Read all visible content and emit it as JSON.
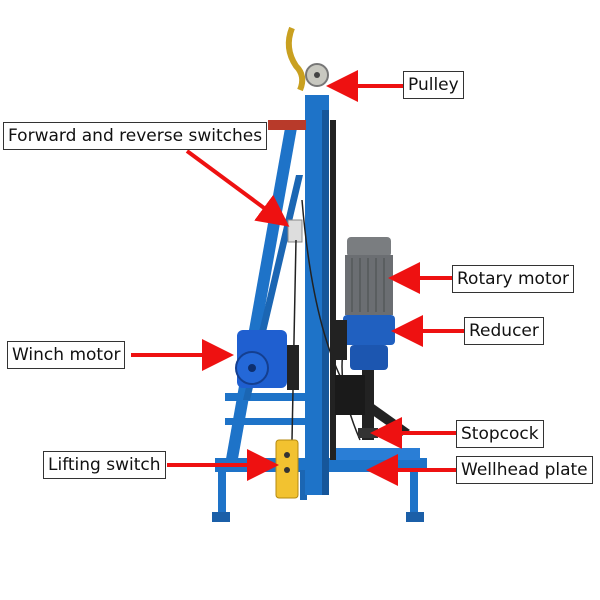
{
  "labels": {
    "pulley": "Pulley",
    "forward_reverse": "Forward and reverse switches",
    "rotary_motor": "Rotary motor",
    "reducer": "Reducer",
    "winch_motor": "Winch motor",
    "stopcock": "Stopcock",
    "lifting_switch": "Lifting switch",
    "wellhead_plate": "Wellhead plate"
  },
  "colors": {
    "frame": "#1e73c8",
    "arrow": "#ee1111",
    "motor": "#6b6e72",
    "switch": "#f2c230"
  }
}
